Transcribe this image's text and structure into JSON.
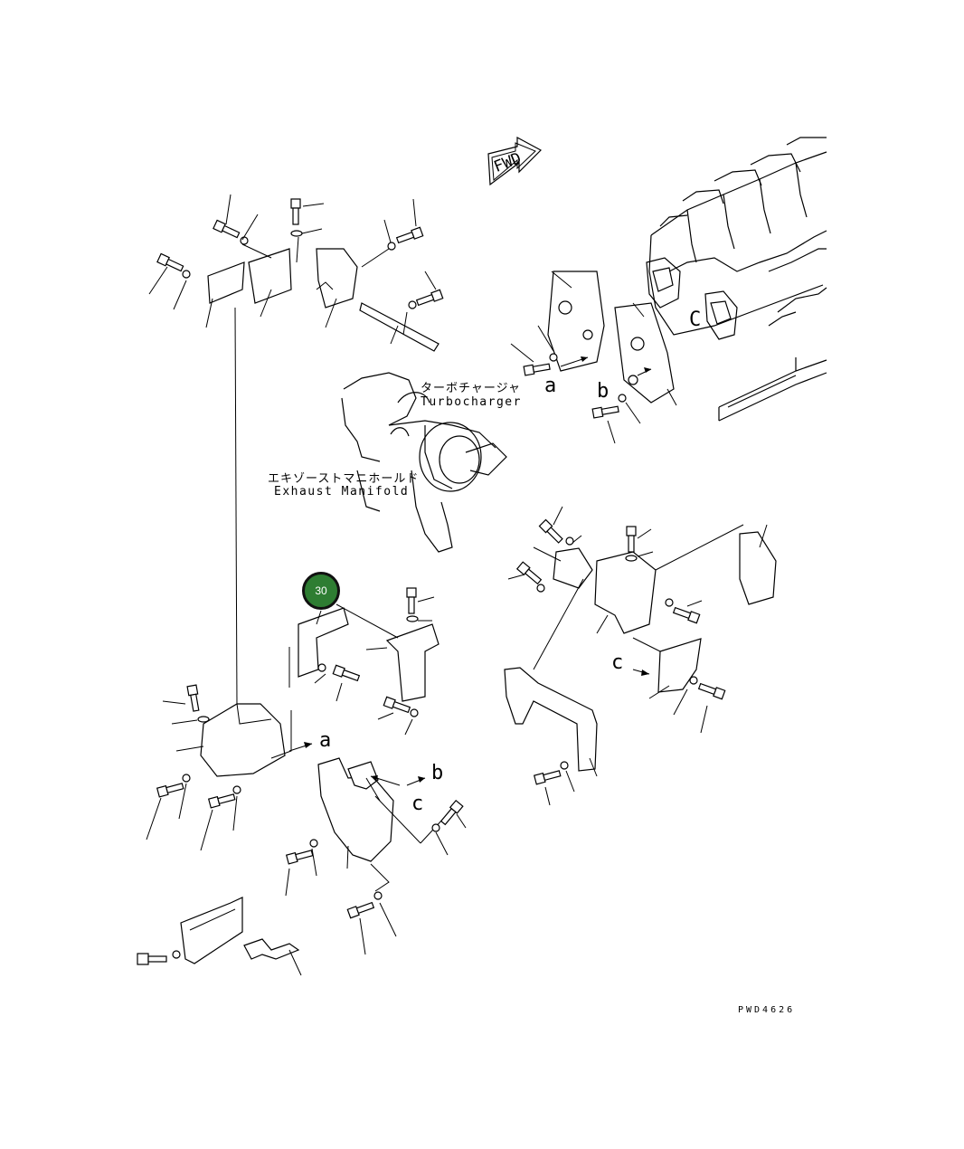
{
  "diagram": {
    "labels": {
      "turbocharger_jp": "ターボチャージャ",
      "turbocharger_en": "Turbocharger",
      "manifold_jp": "エキゾーストマニホールド",
      "manifold_en": "Exhaust Manifold",
      "fwd": "FWD",
      "drawing_code": "PWD4626"
    },
    "references": {
      "a_top": "a",
      "b_top": "b",
      "a_bottom": "a",
      "b_bottom": "b",
      "c_bottom": "c",
      "c_right": "c"
    },
    "callout": {
      "number": "30",
      "color": "#2e7d32"
    }
  }
}
